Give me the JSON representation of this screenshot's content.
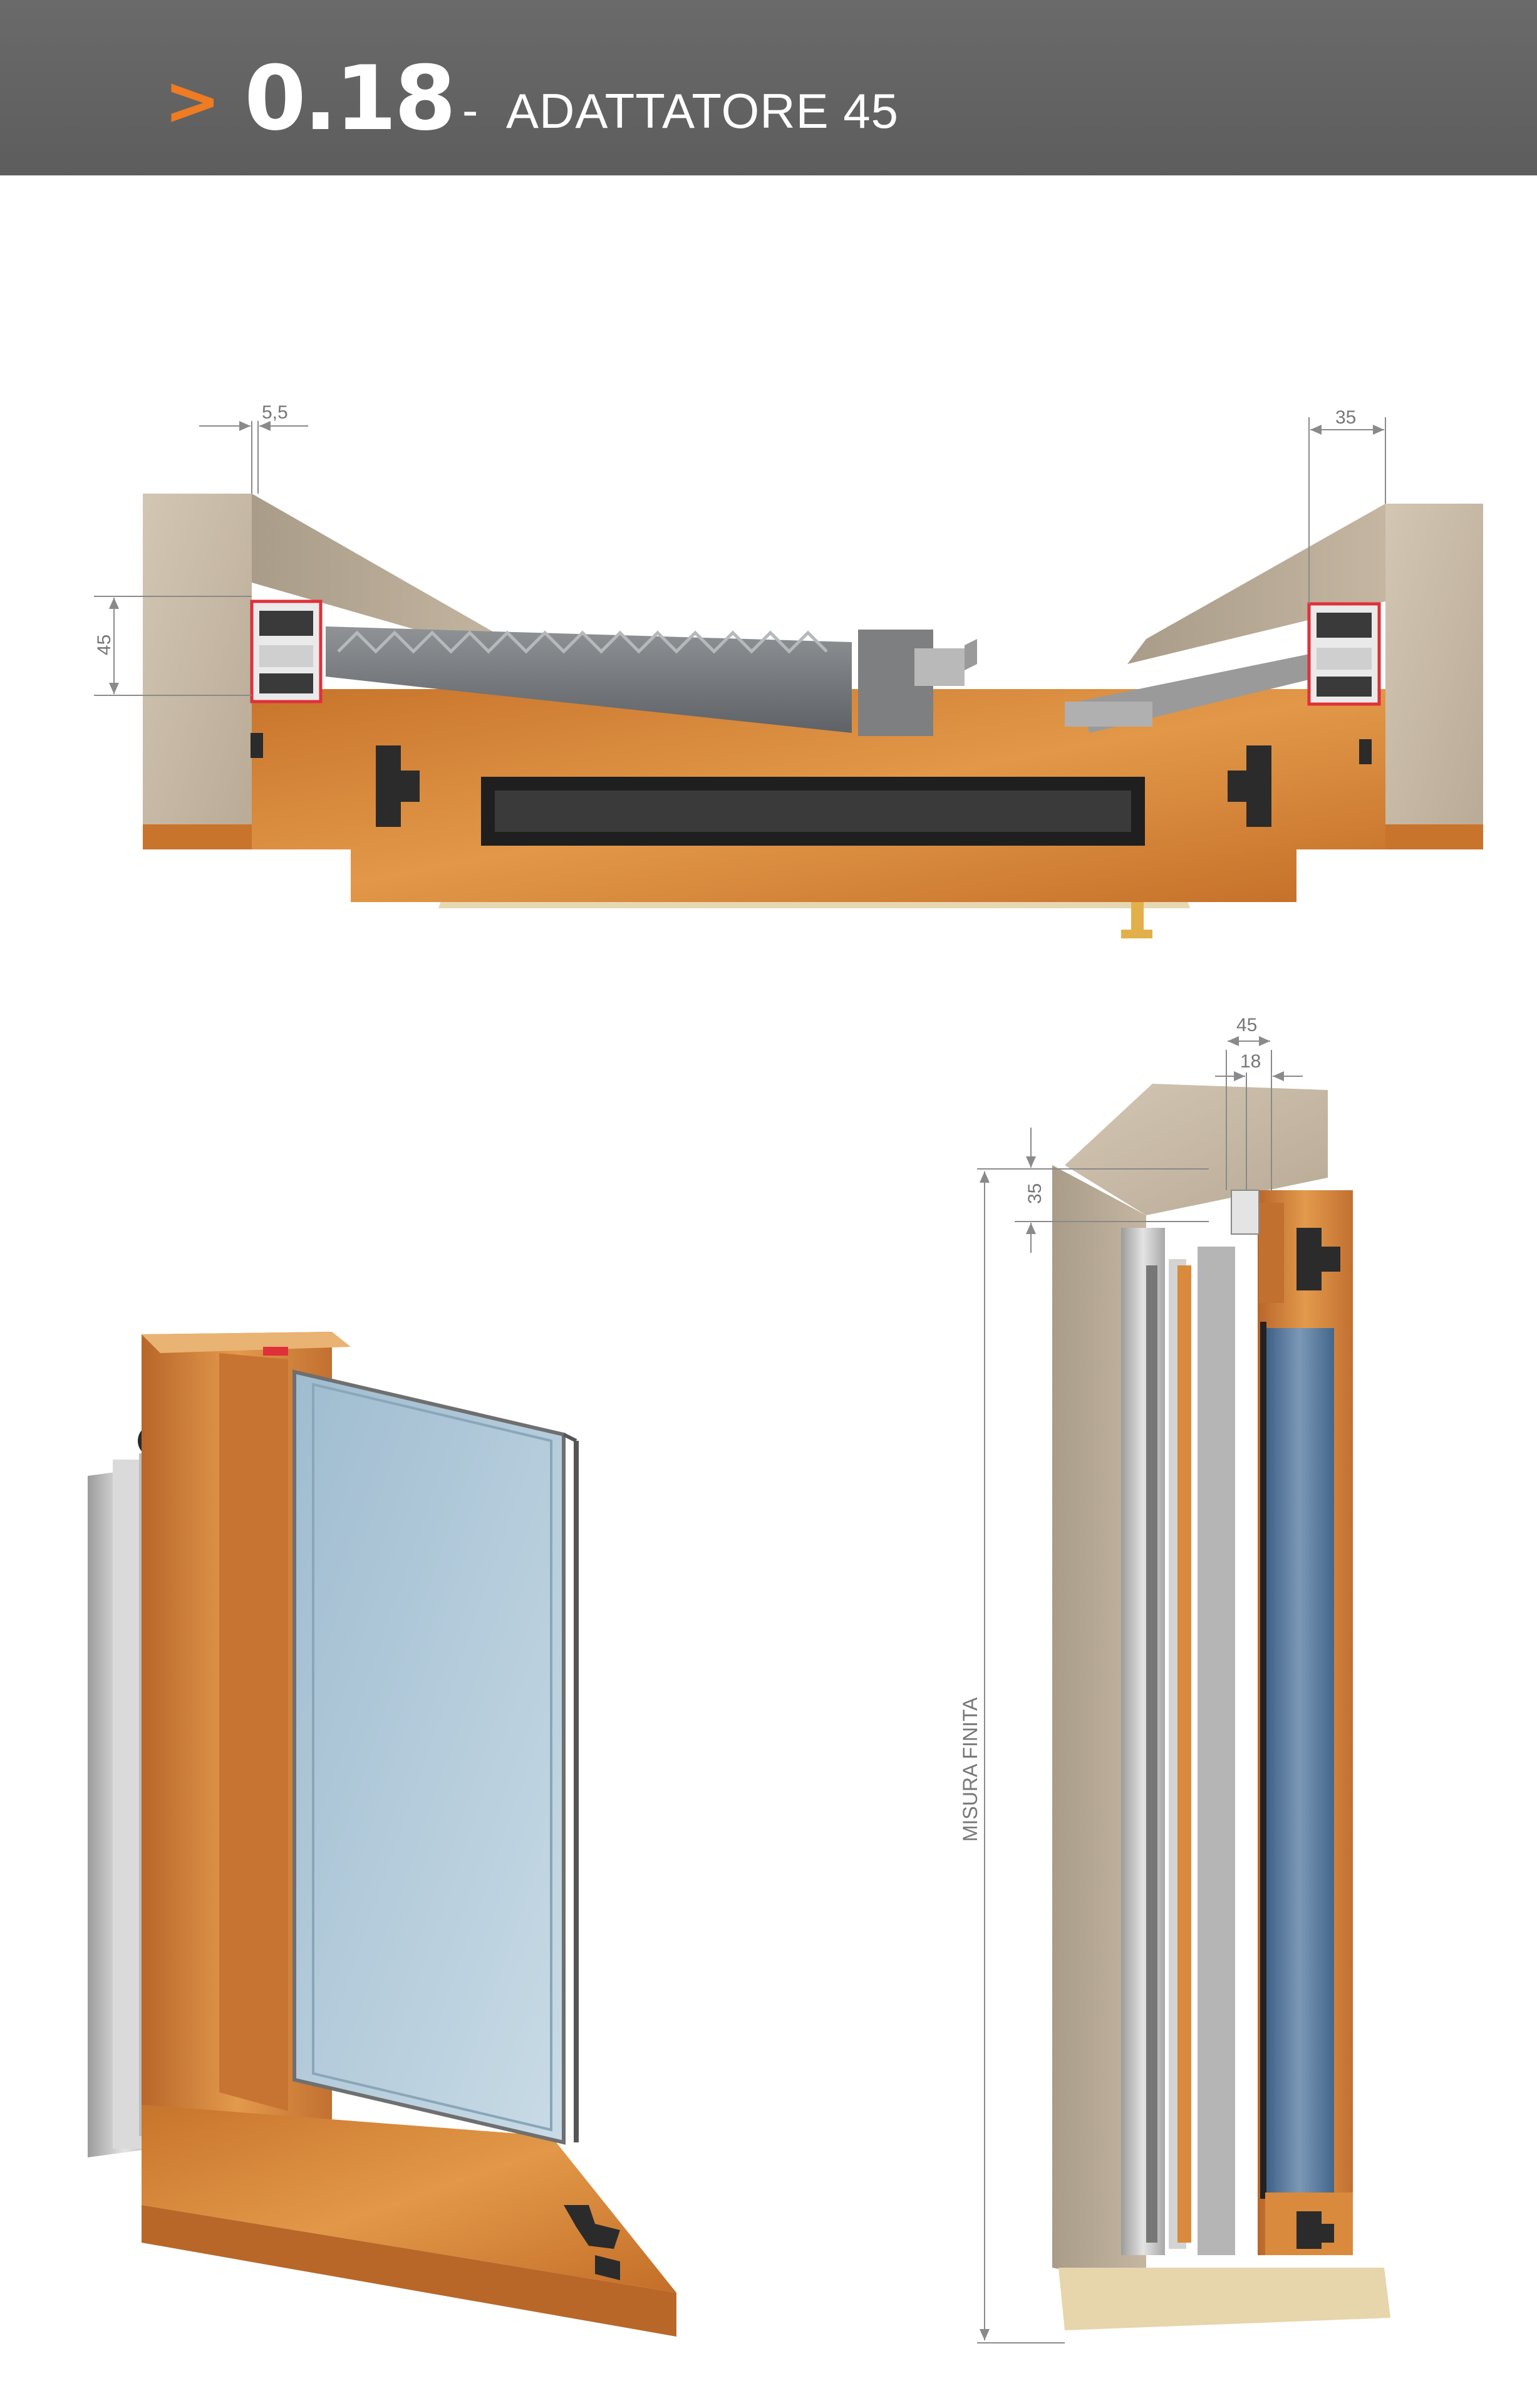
{
  "header": {
    "marker": ">",
    "code": "0.18",
    "separator": "-",
    "title": "ADATTATORE 45"
  },
  "section_view": {
    "dim_left_top": "5,5",
    "dim_right_top": "35",
    "dim_left_height": "45"
  },
  "elevation_view": {
    "dim_depth": "45",
    "dim_profile": "18",
    "dim_height": "35",
    "finished_size_label": "MISURA FINITA"
  },
  "colors": {
    "header_bg": "#5f5f5f",
    "accent": "#ef7b22",
    "wood": "#d98a3c",
    "wall": "#c9bba6",
    "aluminium": "#c8c8c8",
    "glass": "#b8d0df",
    "seal_red": "#e0303a"
  }
}
